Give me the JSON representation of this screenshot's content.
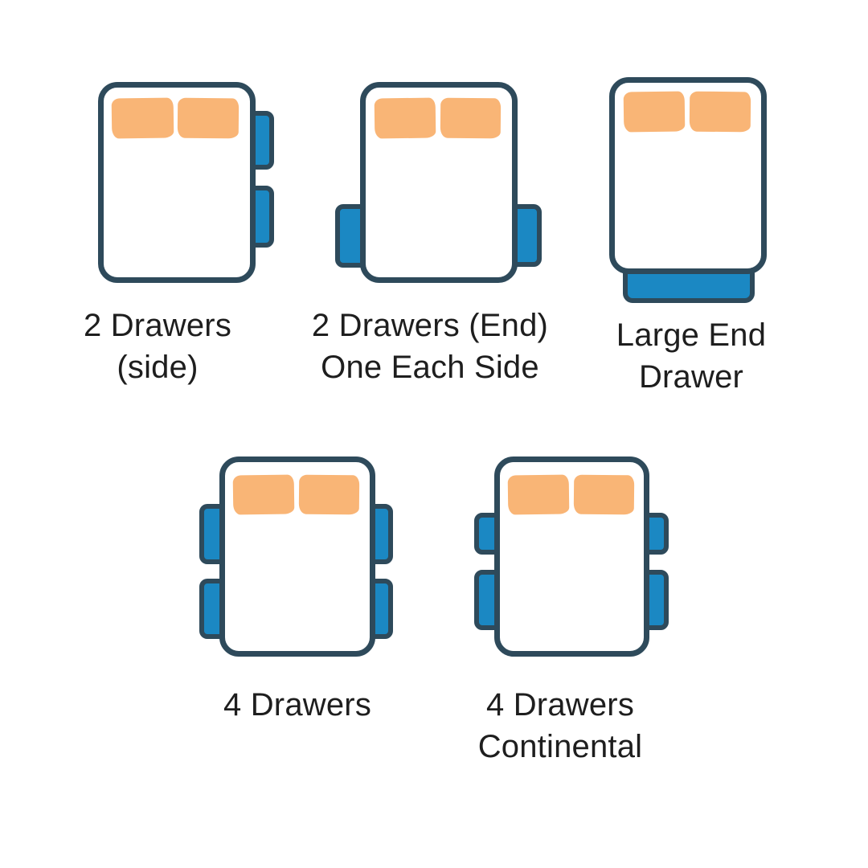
{
  "page": {
    "background": "#ffffff",
    "description": "Infographic of five bed storage drawer configurations, plan view"
  },
  "colors": {
    "page_bg": "#ffffff",
    "bed_fill": "#ffffff",
    "outline_navy": "#2e4a5b",
    "drawer_blue": "#1b88c3",
    "pillow_orange": "#f9b576",
    "label_text": "#1e1e1e"
  },
  "figures": [
    {
      "id": "2-drawers-side",
      "lines": [
        "2 Drawers",
        "(side)"
      ],
      "pillows": 2,
      "drawers": 2,
      "drawer_layout": "two-drawers-on-right-side"
    },
    {
      "id": "2-drawers-end-one-each-side",
      "lines": [
        "2 Drawers (End)",
        "One Each Side"
      ],
      "pillows": 2,
      "drawers": 2,
      "drawer_layout": "one-end-drawer-on-each-side"
    },
    {
      "id": "large-end-drawer",
      "lines": [
        "Large End",
        "Drawer"
      ],
      "pillows": 2,
      "drawers": 1,
      "drawer_layout": "single-large-drawer-at-foot-end"
    },
    {
      "id": "4-drawers",
      "lines": [
        "4 Drawers"
      ],
      "pillows": 2,
      "drawers": 4,
      "drawer_layout": "two-equal-drawers-on-each-side"
    },
    {
      "id": "4-drawers-continental",
      "lines": [
        "4 Drawers",
        "Continental"
      ],
      "pillows": 2,
      "drawers": 4,
      "drawer_layout": "short-top-drawer-and-long-bottom-drawer-on-each-side"
    }
  ]
}
